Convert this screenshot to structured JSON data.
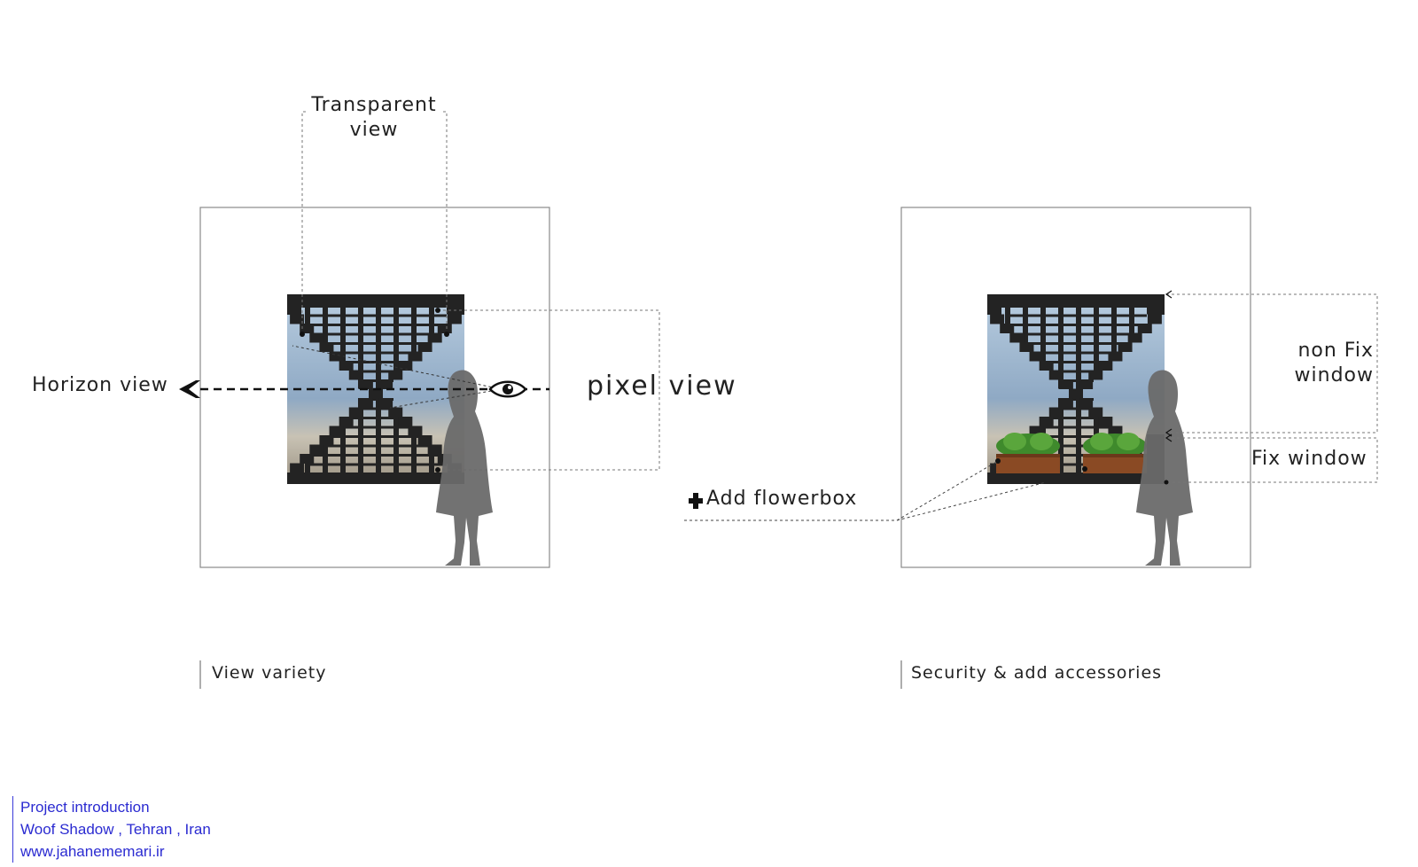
{
  "left_panel": {
    "transparent_view_label": "Transparent view",
    "horizon_view_label": "Horizon view",
    "pixel_view_label": "pixel view",
    "caption": "View variety"
  },
  "right_panel": {
    "non_fix_window_label": "non Fix window",
    "fix_window_label": "Fix window",
    "add_flowerbox_label": "Add flowerbox",
    "caption": "Security & add accessories"
  },
  "credits": {
    "line1": "Project introduction",
    "line2": "Woof Shadow , Tehran , Iran",
    "line3": "www.jahanememari.ir"
  },
  "colors": {
    "screen": "#232323",
    "sky": "#8fa9c4",
    "silhouette": "#6a6a6a",
    "credit_text": "#2b2bd1",
    "frame": "#8a8a8a",
    "plant": "#3f8a2c",
    "planter": "#8a4a24"
  },
  "icons": {
    "eye": "eye-icon",
    "arrow": "arrow-left-icon",
    "plus": "plus-icon"
  }
}
